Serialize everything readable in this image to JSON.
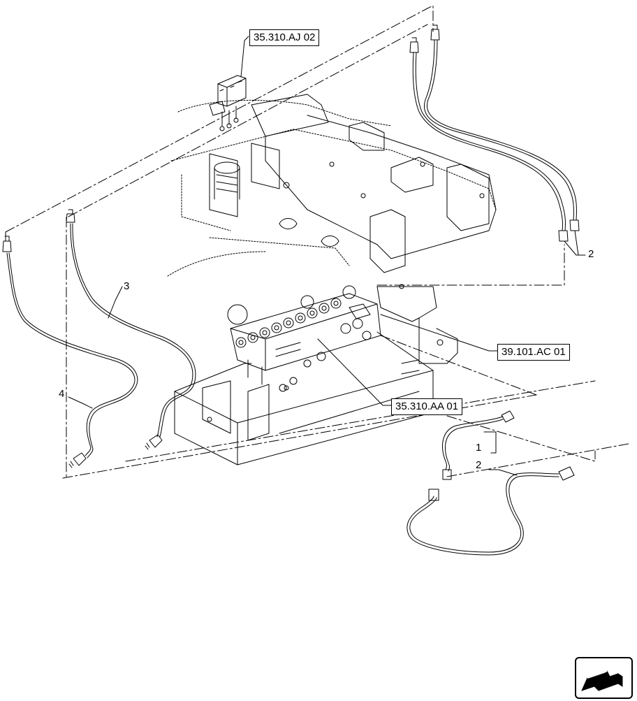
{
  "references": [
    {
      "id": "ref-aj",
      "text": "35.310.AJ 02"
    },
    {
      "id": "ref-ac",
      "text": "39.101.AC 01"
    },
    {
      "id": "ref-aa",
      "text": "35.310.AA 01"
    }
  ],
  "callouts": {
    "hose_3": "3",
    "hose_4": "4",
    "hose_2_top": "2",
    "hose_1": "1",
    "hose_2_bottom": "2"
  },
  "nav": {
    "icon": "next-page-arrow-icon"
  },
  "colors": {
    "line": "#000000",
    "background": "#ffffff"
  }
}
